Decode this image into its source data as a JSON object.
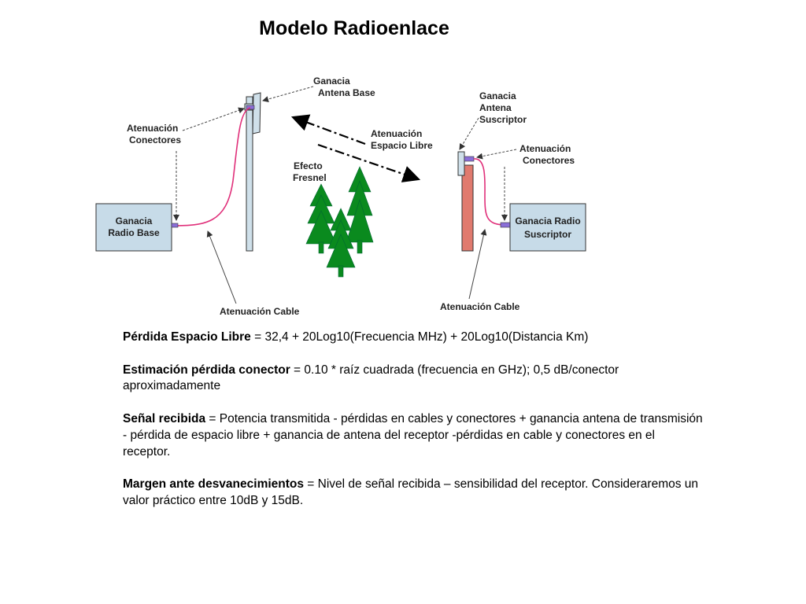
{
  "title": "Modelo Radioenlace",
  "diagram": {
    "labels": {
      "ganancia_antena_base_1": "Ganacia",
      "ganancia_antena_base_2": "Antena Base",
      "atenuacion_conectores_left_1": "Atenuación",
      "atenuacion_conectores_left_2": "Conectores",
      "radio_base_1": "Ganacia",
      "radio_base_2": "Radio Base",
      "atenuacion_cable_left": "Atenuación Cable",
      "atenuacion_espacio_libre_1": "Atenuación",
      "atenuacion_espacio_libre_2": "Espacio Libre",
      "efecto_fresnel_1": "Efecto",
      "efecto_fresnel_2": "Fresnel",
      "ganancia_antena_suscriptor_1": "Ganacia",
      "ganancia_antena_suscriptor_2": "Antena",
      "ganancia_antena_suscriptor_3": "Suscriptor",
      "atenuacion_conectores_right_1": "Atenuación",
      "atenuacion_conectores_right_2": "Conectores",
      "radio_suscriptor_1": "Ganacia Radio",
      "radio_suscriptor_2": "Suscriptor",
      "atenuacion_cable_right": "Atenuación Cable"
    },
    "colors": {
      "box_fill": "#c7dbe8",
      "tower_fill": "#cfe0ea",
      "subscriber_tower": "#e07a6e",
      "cable": "#e0307a",
      "connector": "#8a6fd8",
      "tree": "#0a8a1e"
    }
  },
  "formulas": [
    {
      "term": "Pérdida Espacio Libre",
      "text": " = 32,4 + 20Log10(Frecuencia MHz) + 20Log10(Distancia Km)"
    },
    {
      "term": "Estimación pérdida conector",
      "text": " = 0.10 * raíz cuadrada (frecuencia en GHz); 0,5 dB/conector aproximadamente"
    },
    {
      "term": "Señal recibida",
      "text": "  =  Potencia transmitida - pérdidas en cables y conectores + ganancia antena de transmisión - pérdida de espacio libre + ganancia de antena del receptor -pérdidas en cable y conectores en el receptor."
    },
    {
      "term": "Margen ante desvanecimientos",
      "text": " = Nivel de señal recibida – sensibilidad del receptor. Consideraremos un valor práctico entre 10dB y 15dB."
    }
  ]
}
